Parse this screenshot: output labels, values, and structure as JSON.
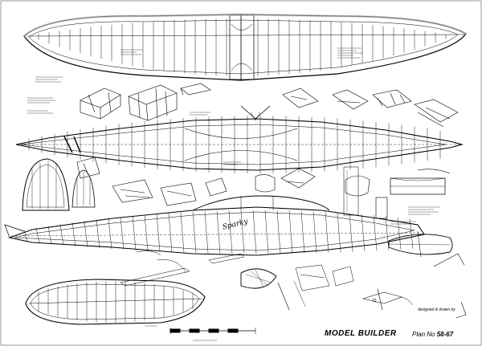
{
  "plan": {
    "publisher": "MODEL BUILDER",
    "plan_number_label": "Plan No",
    "plan_number": "58-67",
    "script_title": "Sparky",
    "designer_note": "designed & drawn by"
  },
  "colors": {
    "paper": "#ffffff",
    "ink": "#000000",
    "shading": "#c8c8c8"
  }
}
